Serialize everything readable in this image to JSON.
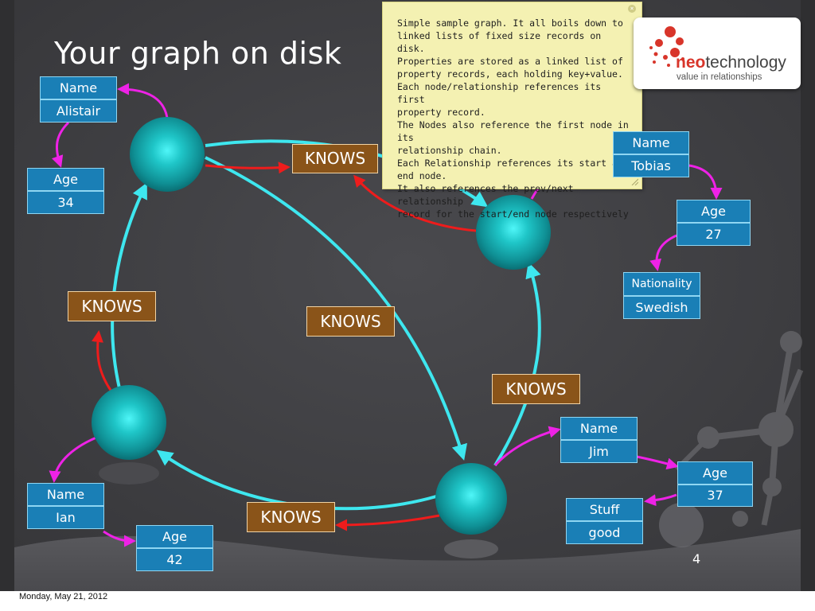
{
  "slide": {
    "title": "Your graph on disk",
    "page_number": "4",
    "footer_date": "Monday, May 21, 2012"
  },
  "logo": {
    "word_neo": "neo",
    "word_tech": "technology",
    "tagline": "value in relationships"
  },
  "note": {
    "lines": [
      "Simple sample graph. It all boils down to",
      "linked lists of fixed size records on disk.",
      "Properties are stored as a linked list of",
      "property records, each holding key+value.",
      "Each node/relationship references its first",
      "property record.",
      "The Nodes also reference the first node in its",
      "relationship chain.",
      "Each Relationship references its start and",
      "end node.",
      "It also references the prev/next relationship",
      "record for the start/end node respectively"
    ]
  },
  "relationship_label": "KNOWS",
  "properties": {
    "alistair_name": {
      "key": "Name",
      "value": "Alistair"
    },
    "alistair_age": {
      "key": "Age",
      "value": "34"
    },
    "tobias_name": {
      "key": "Name",
      "value": "Tobias"
    },
    "tobias_age": {
      "key": "Age",
      "value": "27"
    },
    "tobias_nationality": {
      "key": "Nationality",
      "value": "Swedish"
    },
    "jim_name": {
      "key": "Name",
      "value": "Jim"
    },
    "jim_age": {
      "key": "Age",
      "value": "37"
    },
    "jim_stuff": {
      "key": "Stuff",
      "value": "good"
    },
    "ian_name": {
      "key": "Name",
      "value": "Ian"
    },
    "ian_age": {
      "key": "Age",
      "value": "42"
    }
  },
  "colors": {
    "background": "#3f3f42",
    "node": "#19b5b7",
    "node_to_node_edge": "#3ee7ef",
    "relationship_pointer": "#ee1c1c",
    "property_pointer": "#ee22e6",
    "property_box": "#1a7fb6",
    "knows_box": "#8a5419"
  }
}
